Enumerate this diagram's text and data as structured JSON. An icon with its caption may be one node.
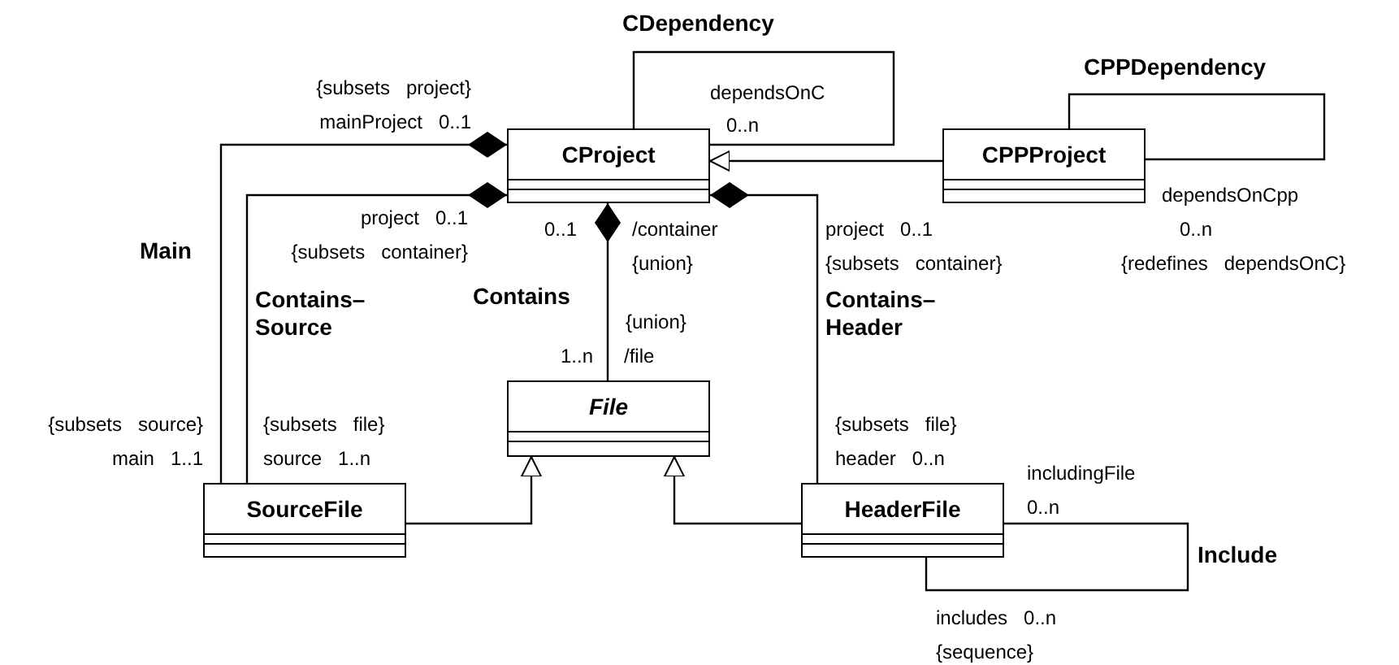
{
  "diagram": {
    "nodes": [
      {
        "text": [
          "CProject"
        ]
      },
      {
        "text": [
          "CPPProject"
        ]
      },
      {
        "text": [
          "File"
        ]
      },
      {
        "text": [
          "SourceFile"
        ]
      },
      {
        "text": [
          "HeaderFile"
        ]
      }
    ],
    "edges": [
      {
        "from": 0,
        "to": 0,
        "arrow": "none",
        "label": "CDependency"
      },
      {
        "from": 1,
        "to": 1,
        "arrow": "none",
        "label": "CPPDependency"
      },
      {
        "from": 1,
        "to": 0,
        "arrow": "to"
      },
      {
        "from": 0,
        "to": 3,
        "arrow": "other",
        "label": "Main"
      },
      {
        "from": 0,
        "to": 3,
        "arrow": "other",
        "label": "Contains–Source"
      },
      {
        "from": 0,
        "to": 2,
        "arrow": "other",
        "label": "Contains"
      },
      {
        "from": 0,
        "to": 4,
        "arrow": "other",
        "label": "Contains–Header"
      },
      {
        "from": 3,
        "to": 2,
        "arrow": "to"
      },
      {
        "from": 4,
        "to": 2,
        "arrow": "to"
      },
      {
        "from": 4,
        "to": 4,
        "arrow": "none",
        "label": "Include"
      }
    ],
    "labels": [
      "{subsets project}",
      "mainProject 0..1",
      "dependsOnC",
      "0..n",
      "project 0..1",
      "{subsets container}",
      "0..1",
      "/container",
      "{union}",
      "project 0..1",
      "{subsets container}",
      "dependsOnCpp",
      "0..n",
      "{redefines dependsOnC}",
      "{union}",
      "1..n",
      "/file",
      "{subsets source}",
      "main 1..1",
      "{subsets file}",
      "source 1..n",
      "{subsets file}",
      "header 0..n",
      "includingFile",
      "0..n",
      "includes 0..n",
      "{sequence}"
    ]
  }
}
